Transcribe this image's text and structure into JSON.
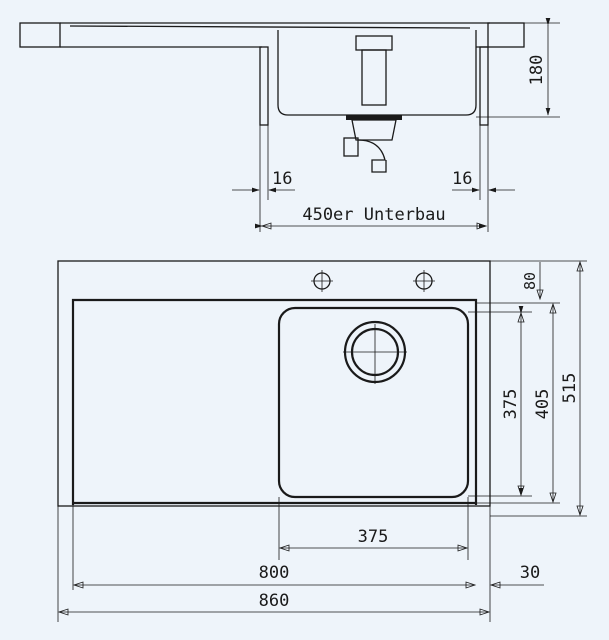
{
  "side_view": {
    "depth_label": "180",
    "wall_left_label": "16",
    "wall_right_label": "16",
    "cabinet_label": "450er Unterbau"
  },
  "top_view": {
    "tap_hole_offset_label": "80",
    "bowl_depth_label": "375",
    "inner_depth_label": "405",
    "total_depth_label": "515",
    "bowl_width_label": "375",
    "inner_width_label": "800",
    "total_width_label": "860",
    "rim_label": "30"
  }
}
